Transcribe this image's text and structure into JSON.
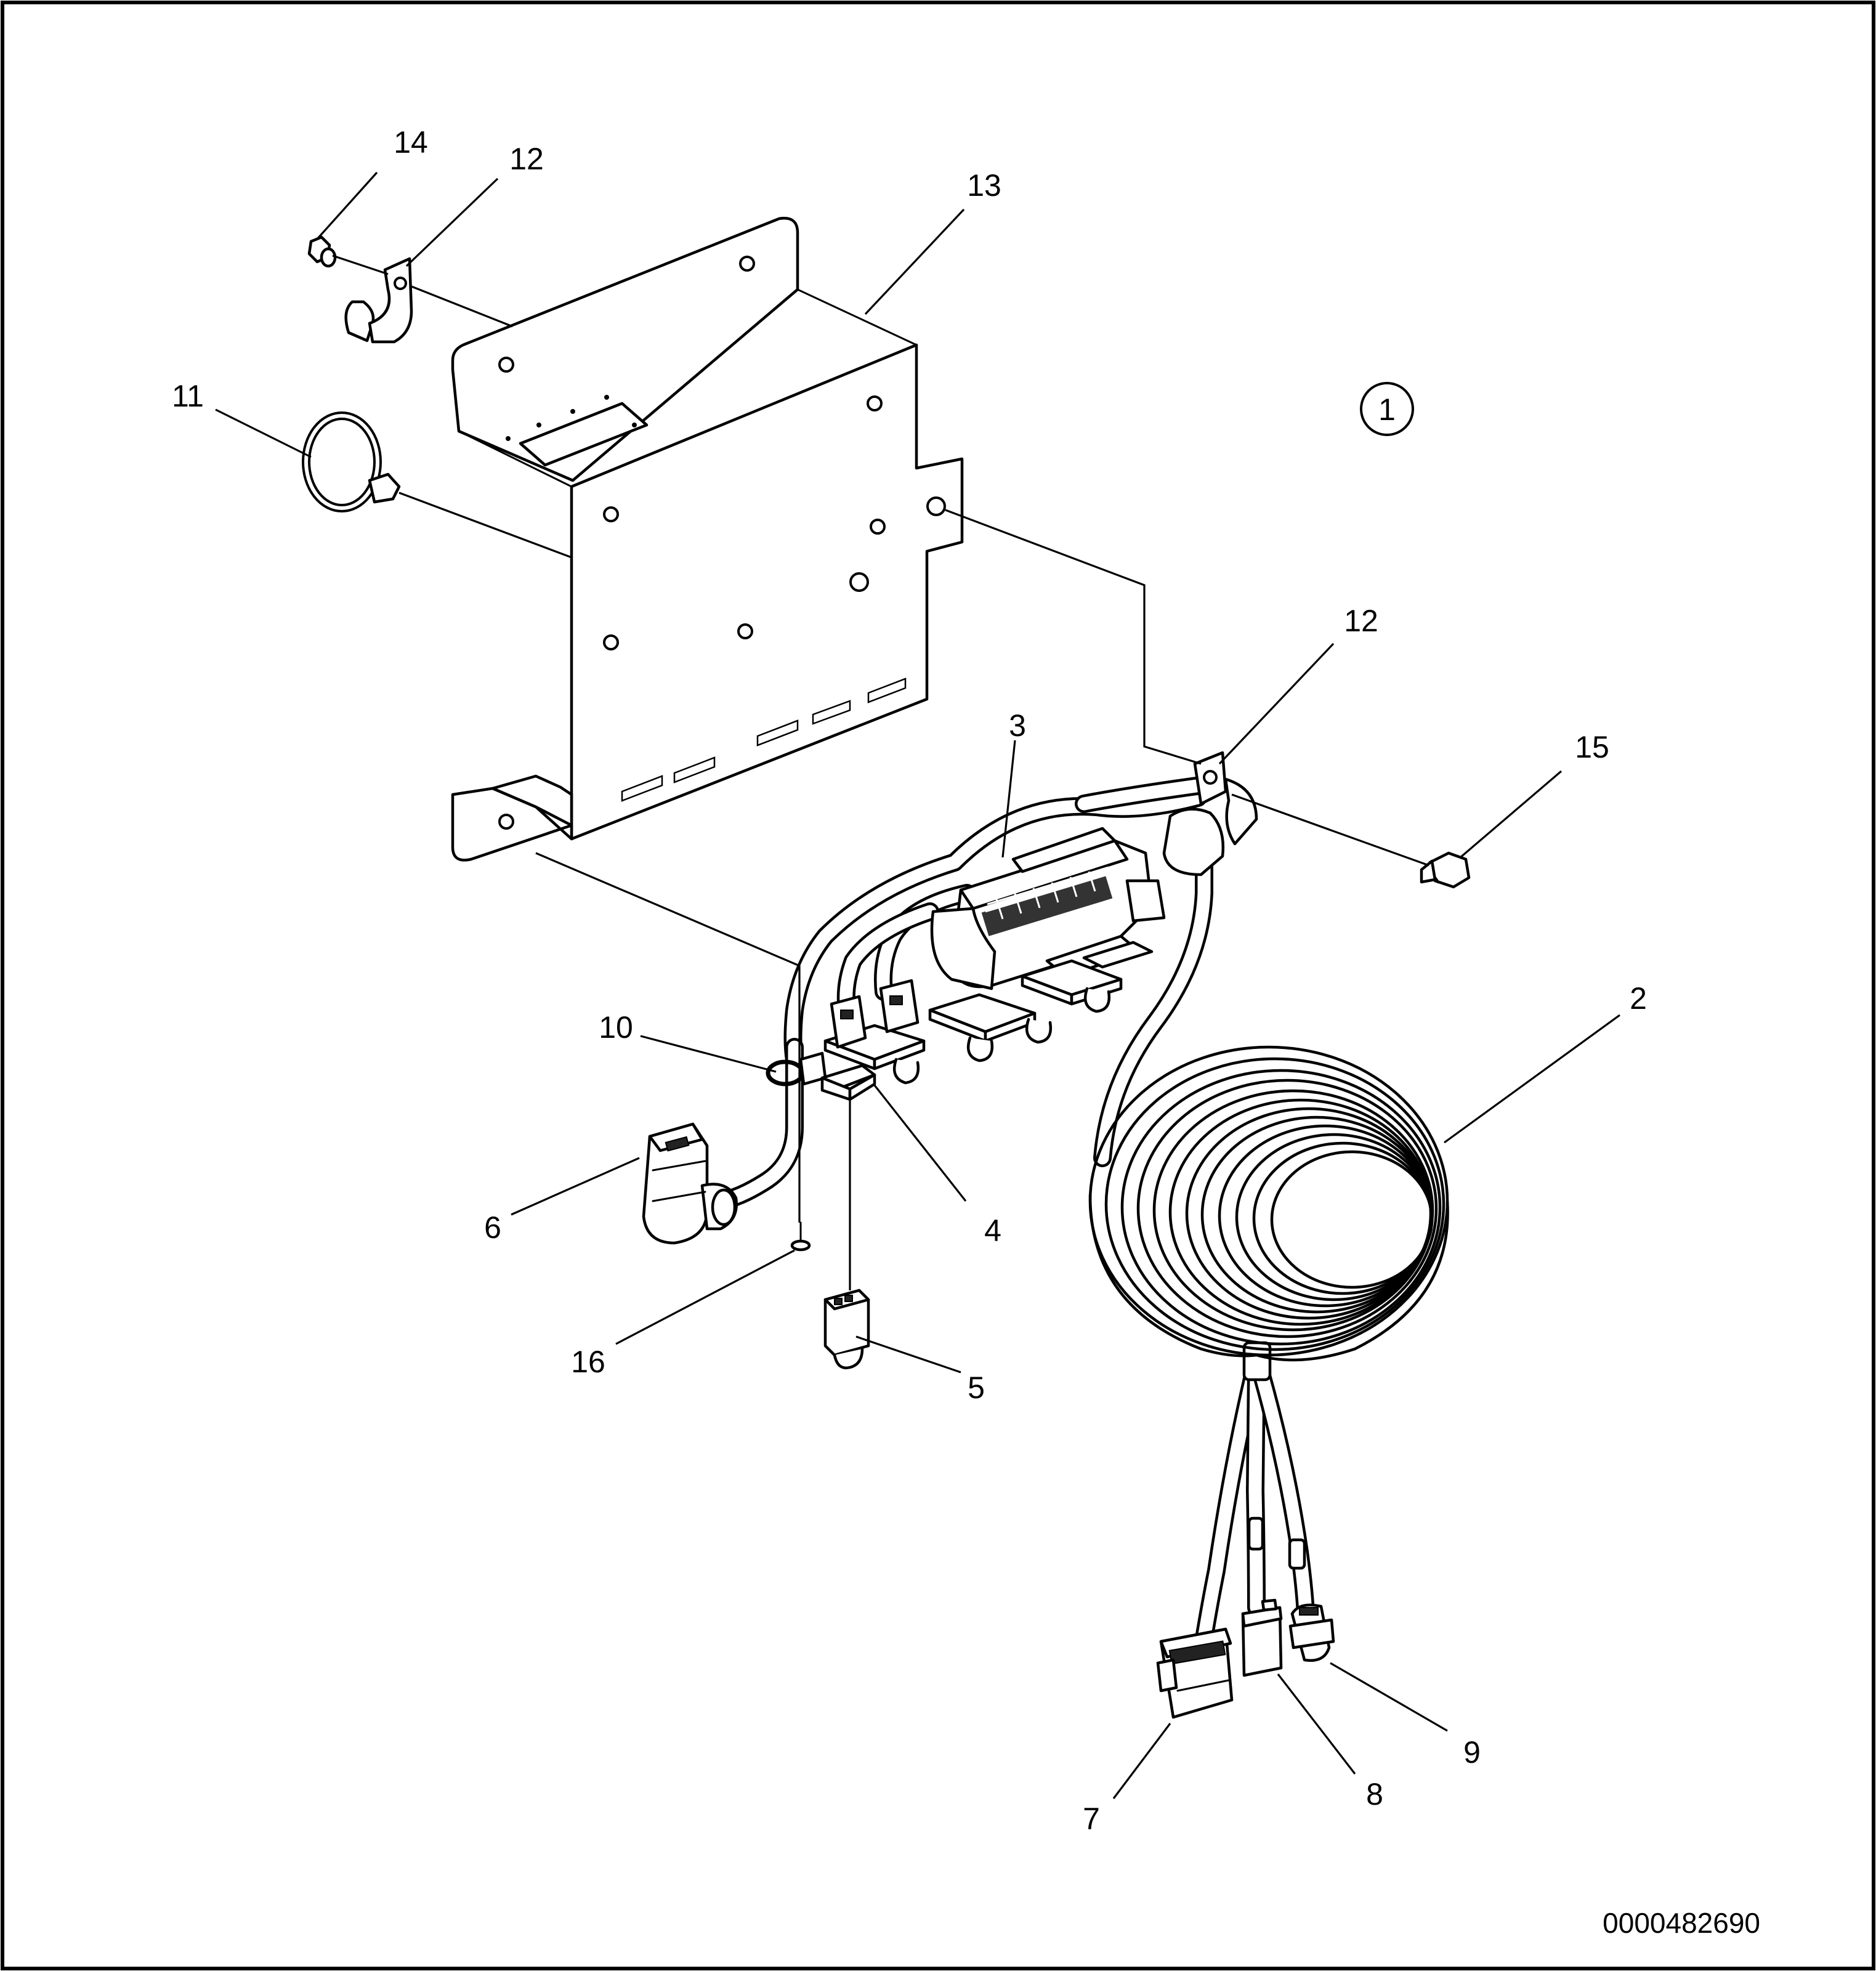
{
  "figure": {
    "document_number": "0000482690",
    "view_number": "1"
  },
  "callouts": {
    "c2": "2",
    "c3": "3",
    "c4": "4",
    "c5": "5",
    "c6": "6",
    "c7": "7",
    "c8": "8",
    "c9": "9",
    "c10": "10",
    "c11": "11",
    "c12a": "12",
    "c12b": "12",
    "c13": "13",
    "c14": "14",
    "c15": "15",
    "c16": "16"
  }
}
